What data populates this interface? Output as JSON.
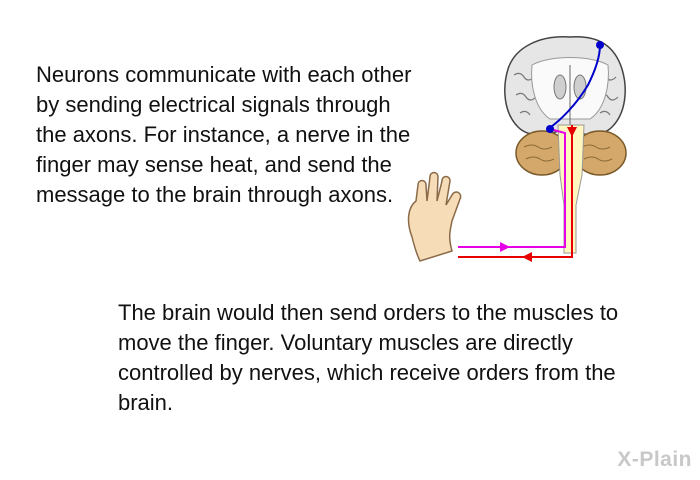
{
  "paragraphs": [
    "Neurons communicate with each other by sending electrical signals through the axons. For instance, a nerve in the finger may sense heat, and send the message to the brain through axons.",
    "The brain would then send orders to the muscles to move the finger. Voluntary muscles are directly controlled by nerves, which receive orders from the brain."
  ],
  "logo": "X-Plain",
  "colors": {
    "sensory_pathway": "#e600e6",
    "motor_pathway": "#e60000",
    "brain_signal": "#0000cc",
    "spinal_cord": "#fff6c0",
    "cerebellum": "#d4a86a",
    "skin": "#f7dcb8"
  }
}
